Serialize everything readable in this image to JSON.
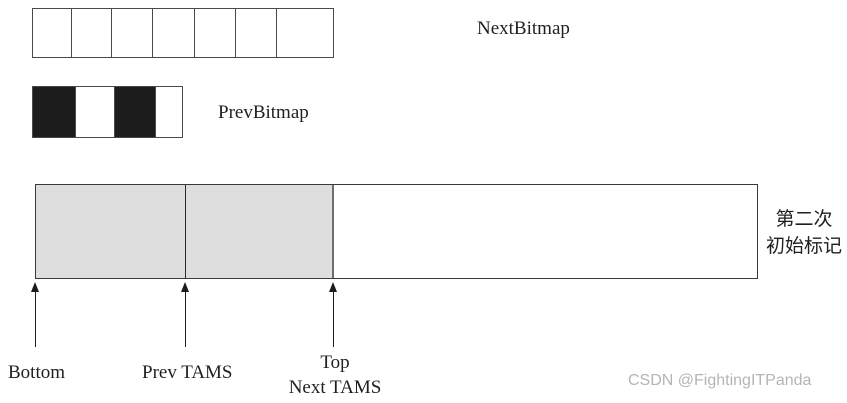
{
  "diagram": {
    "next_bitmap": {
      "label": "NextBitmap",
      "cells": [
        {
          "filled": false,
          "width": 40
        },
        {
          "filled": false,
          "width": 41
        },
        {
          "filled": false,
          "width": 42
        },
        {
          "filled": false,
          "width": 43
        },
        {
          "filled": false,
          "width": 42
        },
        {
          "filled": false,
          "width": 42
        },
        {
          "filled": false,
          "width": 58
        }
      ]
    },
    "prev_bitmap": {
      "label": "PrevBitmap",
      "cells": [
        {
          "filled": true,
          "width": 44
        },
        {
          "filled": false,
          "width": 40
        },
        {
          "filled": true,
          "width": 42
        },
        {
          "filled": false,
          "width": 28
        }
      ]
    },
    "region_bar": {
      "markers": {
        "bottom": {
          "label": "Bottom"
        },
        "prev_tams": {
          "label": "Prev TAMS"
        },
        "top": {
          "label_line1": "Top",
          "label_line2": "Next TAMS"
        }
      }
    },
    "annotation": {
      "line1": "第二次",
      "line2": "初始标记"
    },
    "watermark": "CSDN @FightingITPanda",
    "colors": {
      "marked_region_fill": "#dedede",
      "bitmap_filled_cell": "#1c1c1c",
      "outline": "#3a3a3a",
      "watermark_text": "#b5b5b5"
    }
  }
}
